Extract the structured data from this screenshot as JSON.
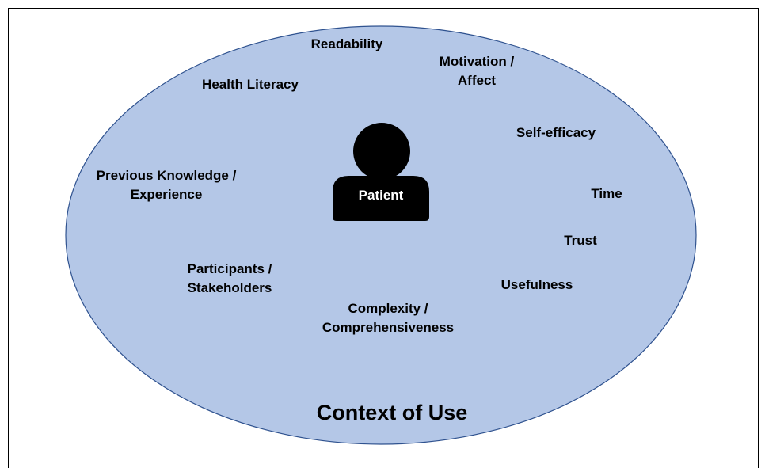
{
  "diagram": {
    "center_label": "Patient",
    "context_label": "Context of Use",
    "factors": {
      "readability": [
        "Readability"
      ],
      "health_literacy": [
        "Health Literacy"
      ],
      "motivation": [
        "Motivation /",
        "Affect"
      ],
      "self_efficacy": [
        "Self-efficacy"
      ],
      "previous_knowledge": [
        "Previous Knowledge /",
        "Experience"
      ],
      "time": [
        "Time"
      ],
      "trust": [
        "Trust"
      ],
      "participants": [
        "Participants /",
        "Stakeholders"
      ],
      "usefulness": [
        "Usefulness"
      ],
      "complexity": [
        "Complexity /",
        "Comprehensiveness"
      ]
    },
    "colors": {
      "ellipse_fill": "#b4c7e7",
      "ellipse_stroke": "#2f528f",
      "icon": "#000000",
      "border": "#000000"
    },
    "icon": "person-silhouette-icon"
  }
}
